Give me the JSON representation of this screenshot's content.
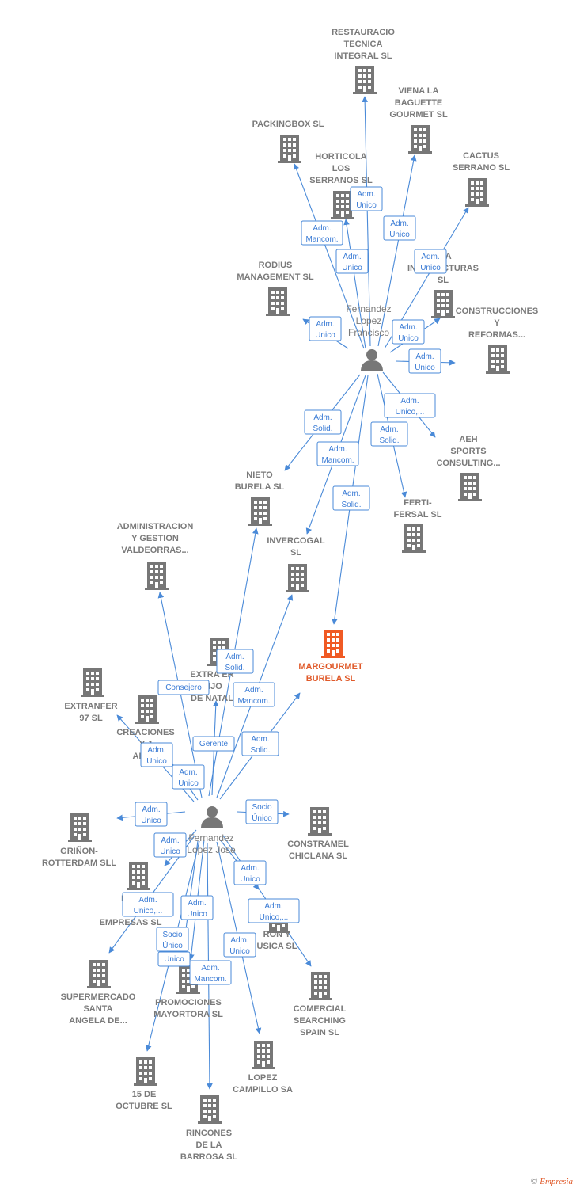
{
  "colors": {
    "edge": "#4a8ad8",
    "building": "#777777",
    "highlight": "#f05a24",
    "badge_border": "#4a8ad8",
    "badge_text": "#3a7bd5",
    "label": "#7a7a7a"
  },
  "footer": {
    "copyright": "©",
    "brand": "Empresia"
  },
  "companies": [
    {
      "id": "restauracio",
      "lines": [
        "RESTAURACIO",
        "TECNICA",
        "INTEGRAL SL"
      ]
    },
    {
      "id": "viena",
      "lines": [
        "VIENA LA",
        "BAGUETTE",
        "GOURMET SL"
      ]
    },
    {
      "id": "packingbox",
      "lines": [
        "PACKINGBOX SL"
      ]
    },
    {
      "id": "horticola",
      "lines": [
        "HORTICOLA",
        "LOS",
        "SERRANOS SL"
      ]
    },
    {
      "id": "cactus",
      "lines": [
        "CACTUS",
        "SERRANO  SL"
      ]
    },
    {
      "id": "rodius",
      "lines": [
        "RODIUS",
        "MANAGEMENT SL"
      ]
    },
    {
      "id": "infraestructuras",
      "lines": [
        "EJA",
        "INFRA         UCTURAS",
        "SL"
      ]
    },
    {
      "id": "construcciones",
      "lines": [
        "CONSTRUCCIONES",
        "Y",
        "REFORMAS..."
      ]
    },
    {
      "id": "aeh",
      "lines": [
        "AEH",
        "SPORTS",
        "CONSULTING..."
      ]
    },
    {
      "id": "fertifersal",
      "lines": [
        "FERTI-",
        "FERSAL SL"
      ]
    },
    {
      "id": "nieto",
      "lines": [
        "NIETO",
        "BURELA  SL"
      ]
    },
    {
      "id": "invercogal",
      "lines": [
        "INVERCOGAL",
        "SL"
      ]
    },
    {
      "id": "administracion",
      "lines": [
        "ADMINISTRACION",
        "Y GESTION",
        "VALDEORRAS..."
      ]
    },
    {
      "id": "margourmet",
      "lines": [
        "MARGOURMET",
        "BURELA  SL"
      ],
      "highlight": true
    },
    {
      "id": "extranfer_hijos",
      "lines": [
        "EXTRA         ER",
        "HIJO",
        "DE NATAL"
      ]
    },
    {
      "id": "extranfer97",
      "lines": [
        "EXTRANFER",
        "97 SL"
      ]
    },
    {
      "id": "creaciones",
      "lines": [
        "CREACIONES",
        "Y J",
        "AMBA"
      ]
    },
    {
      "id": "grinon",
      "lines": [
        "GRIÑON-",
        "ROTTERDAM SLL"
      ]
    },
    {
      "id": "constramel",
      "lines": [
        "CONSTRAMEL",
        "CHICLANA SL"
      ]
    },
    {
      "id": "promociones_gr",
      "lines": [
        "PRO",
        "GR",
        "EMPRESAS  SL"
      ]
    },
    {
      "id": "supermercado",
      "lines": [
        "SUPERMERCADO",
        "SANTA",
        "ANGELA DE..."
      ]
    },
    {
      "id": "promociones_mayortora",
      "lines": [
        "PROMOCIONES",
        "MAYORTORA SL"
      ]
    },
    {
      "id": "ron_musica",
      "lines": [
        "RON Y",
        "USICA  SL"
      ]
    },
    {
      "id": "comercial",
      "lines": [
        "COMERCIAL",
        "SEARCHING",
        "SPAIN SL"
      ]
    },
    {
      "id": "lopez_campillo",
      "lines": [
        "LOPEZ",
        "CAMPILLO SA"
      ]
    },
    {
      "id": "quince_octubre",
      "lines": [
        "15 DE",
        "OCTUBRE SL"
      ]
    },
    {
      "id": "rincones",
      "lines": [
        "RINCONES",
        "DE LA",
        "BARROSA SL"
      ]
    }
  ],
  "persons": [
    {
      "id": "fernandez_francisco",
      "lines": [
        "Fernandez",
        "Lopez",
        "Francisco"
      ]
    },
    {
      "id": "fernandez_jose",
      "lines": [
        "Fernandez",
        "Lopez Jose"
      ]
    }
  ],
  "edges": [
    {
      "from": "fernandez_francisco",
      "to": "restauracio",
      "role": [
        "Adm.",
        "Unico"
      ]
    },
    {
      "from": "fernandez_francisco",
      "to": "viena",
      "role": [
        "Adm.",
        "Unico"
      ]
    },
    {
      "from": "fernandez_francisco",
      "to": "packingbox",
      "role": [
        "Adm.",
        "Mancom."
      ]
    },
    {
      "from": "fernandez_francisco",
      "to": "horticola",
      "role": [
        "Adm.",
        "Unico"
      ]
    },
    {
      "from": "fernandez_francisco",
      "to": "cactus",
      "role": [
        "Adm.",
        "Unico"
      ]
    },
    {
      "from": "fernandez_francisco",
      "to": "rodius",
      "role": [
        "Adm.",
        "Unico"
      ]
    },
    {
      "from": "fernandez_francisco",
      "to": "infraestructuras",
      "role": [
        "Adm.",
        "Unico"
      ]
    },
    {
      "from": "fernandez_francisco",
      "to": "construcciones",
      "role": [
        "Adm.",
        "Unico"
      ]
    },
    {
      "from": "fernandez_francisco",
      "to": "aeh",
      "role": [
        "Adm.",
        "Unico,..."
      ]
    },
    {
      "from": "fernandez_francisco",
      "to": "fertifersal",
      "role": [
        "Adm.",
        "Solid."
      ]
    },
    {
      "from": "fernandez_francisco",
      "to": "nieto",
      "role": [
        "Adm.",
        "Solid."
      ]
    },
    {
      "from": "fernandez_francisco",
      "to": "invercogal",
      "role": [
        "Adm.",
        "Mancom."
      ]
    },
    {
      "from": "fernandez_francisco",
      "to": "margourmet",
      "role": [
        "Adm.",
        "Solid."
      ]
    },
    {
      "from": "fernandez_jose",
      "to": "nieto",
      "role": [
        "Adm.",
        "Solid."
      ]
    },
    {
      "from": "fernandez_jose",
      "to": "administracion",
      "role": [
        "Consejero"
      ]
    },
    {
      "from": "fernandez_jose",
      "to": "invercogal",
      "role": [
        "Adm.",
        "Mancom."
      ]
    },
    {
      "from": "fernandez_jose",
      "to": "margourmet",
      "role": [
        "Adm.",
        "Solid."
      ]
    },
    {
      "from": "fernandez_jose",
      "to": "extranfer_hijos",
      "role": [
        "Gerente"
      ]
    },
    {
      "from": "fernandez_jose",
      "to": "extranfer97",
      "role": [
        "Adm.",
        "Unico"
      ]
    },
    {
      "from": "fernandez_jose",
      "to": "creaciones",
      "role": [
        "Adm.",
        "Unico"
      ]
    },
    {
      "from": "fernandez_jose",
      "to": "grinon",
      "role": [
        "Adm.",
        "Unico"
      ]
    },
    {
      "from": "fernandez_jose",
      "to": "constramel",
      "role": [
        "Socio",
        "Único"
      ]
    },
    {
      "from": "fernandez_jose",
      "to": "promociones_gr",
      "role": [
        "Adm.",
        "Unico"
      ]
    },
    {
      "from": "fernandez_jose",
      "to": "supermercado",
      "role": [
        "Adm.",
        "Unico,..."
      ]
    },
    {
      "from": "fernandez_jose",
      "to": "promociones_mayortora",
      "role": [
        "Adm.",
        "Unico"
      ]
    },
    {
      "from": "fernandez_jose",
      "to": "ron_musica",
      "role": [
        "Adm.",
        "Unico"
      ]
    },
    {
      "from": "fernandez_jose",
      "to": "comercial",
      "role": [
        "Adm.",
        "Unico,..."
      ]
    },
    {
      "from": "fernandez_jose",
      "to": "lopez_campillo",
      "role": [
        "Adm.",
        "Unico"
      ]
    },
    {
      "from": "fernandez_jose",
      "to": "quince_octubre",
      "role": [
        "Socio",
        "Único"
      ]
    },
    {
      "from": "fernandez_jose",
      "to": "rincones",
      "role": [
        "Adm.",
        "Mancom."
      ]
    },
    {
      "from": "fernandez_jose",
      "to": "quince_octubre",
      "role": [
        "Unico"
      ]
    }
  ]
}
